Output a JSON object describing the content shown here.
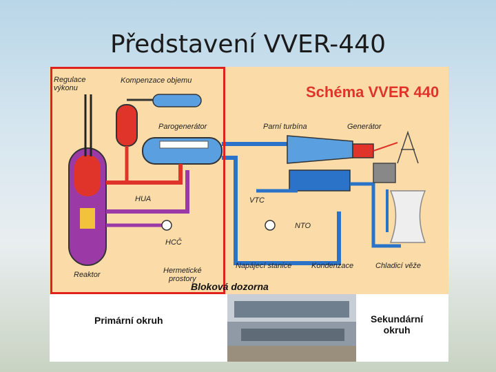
{
  "slide": {
    "title": "Představení VVER-440"
  },
  "scheme": {
    "title": "Schéma VVER 440",
    "labels": {
      "regulace": "Regulace\nvýkonu",
      "kompenzace": "Kompenzace objemu",
      "parogenerator": "Parogenerátor",
      "parni_turbina": "Parní turbína",
      "generator": "Generátor",
      "hua": "HUA",
      "vtc": "VTC",
      "nto": "NTO",
      "hcc": "HCČ",
      "reaktor": "Reaktor",
      "hermeticke": "Hermetické\nprostory",
      "napajeci": "Napájecí stanice",
      "kondenzace": "Kondenzace",
      "chladici": "Chladicí věže",
      "blokova": "Bloková dozorna"
    },
    "colors": {
      "background": "#fbdca8",
      "primary_circuit": "#e0342a",
      "primary_return": "#9b3aa6",
      "secondary_circuit": "#2b73c8",
      "frame": "#e0221d"
    }
  },
  "bottom": {
    "primary": "Primární okruh",
    "secondary": "Sekundární\nokruh"
  }
}
